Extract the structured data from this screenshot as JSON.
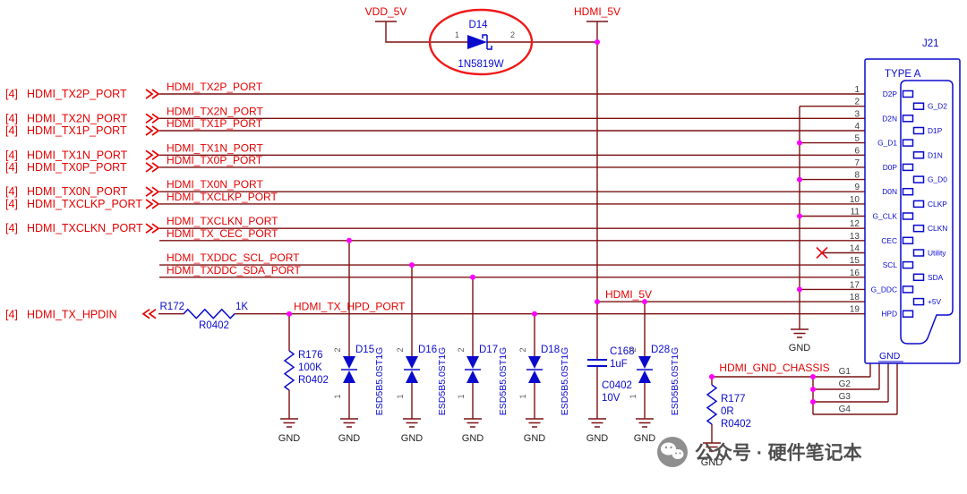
{
  "power": {
    "vdd5v": "VDD_5V",
    "hdmi5v_top": "HDMI_5V",
    "hdmi5v_net": "HDMI_5V"
  },
  "d14": {
    "ref": "D14",
    "part": "1N5819W",
    "pin1": "1",
    "pin2": "2"
  },
  "ports": [
    {
      "ref": "[4]",
      "name": "HDMI_TX2P_PORT"
    },
    {
      "ref": "[4]",
      "name": "HDMI_TX2N_PORT"
    },
    {
      "ref": "[4]",
      "name": "HDMI_TX1P_PORT"
    },
    {
      "ref": "[4]",
      "name": "HDMI_TX1N_PORT"
    },
    {
      "ref": "[4]",
      "name": "HDMI_TX0P_PORT"
    },
    {
      "ref": "[4]",
      "name": "HDMI_TX0N_PORT"
    },
    {
      "ref": "[4]",
      "name": "HDMI_TXCLKP_PORT"
    },
    {
      "ref": "[4]",
      "name": "HDMI_TXCLKN_PORT"
    },
    {
      "ref": "[4]",
      "name": "HDMI_TX_HPDIN"
    }
  ],
  "nets": {
    "tx2p": "HDMI_TX2P_PORT",
    "tx2n": "HDMI_TX2N_PORT",
    "tx1p": "HDMI_TX1P_PORT",
    "tx1n": "HDMI_TX1N_PORT",
    "tx0p": "HDMI_TX0P_PORT",
    "tx0n": "HDMI_TX0N_PORT",
    "txclkp": "HDMI_TXCLKP_PORT",
    "txclkn": "HDMI_TXCLKN_PORT",
    "cec": "HDMI_TX_CEC_PORT",
    "scl": "HDMI_TXDDC_SCL_PORT",
    "sda": "HDMI_TXDDC_SDA_PORT",
    "hpd": "HDMI_TX_HPD_PORT",
    "chassis": "HDMI_GND_CHASSIS"
  },
  "resistors": {
    "r172": {
      "ref": "R172",
      "value": "1K",
      "pkg": "R0402"
    },
    "r176": {
      "ref": "R176",
      "value": "100K",
      "pkg": "R0402"
    },
    "r177": {
      "ref": "R177",
      "value": "0R",
      "pkg": "R0402"
    }
  },
  "capacitor": {
    "ref": "C168",
    "value": "1uF",
    "pkg": "C0402",
    "rating": "10V"
  },
  "esd": {
    "part": "ESD5B5.0ST1G",
    "pin_top": "2",
    "pin_bottom": "1",
    "refs": [
      "D15",
      "D16",
      "D17",
      "D18",
      "D28"
    ]
  },
  "connector": {
    "ref": "J21",
    "type": "TYPE A",
    "gnd": "GND",
    "pins": [
      "1",
      "2",
      "3",
      "4",
      "5",
      "6",
      "7",
      "8",
      "9",
      "10",
      "11",
      "12",
      "13",
      "14",
      "15",
      "16",
      "17",
      "18",
      "19"
    ],
    "left_names": [
      "D2P",
      "D2N",
      "G_D1",
      "D0P",
      "D0N",
      "G_CLK",
      "CEC",
      "SCL",
      "G_DDC",
      "HPD"
    ],
    "right_names": [
      "G_D2",
      "D1P",
      "D1N",
      "G_D0",
      "CLKP",
      "CLKN",
      "Utility",
      "SDA",
      "+5V"
    ],
    "gnd_pins": [
      "G1",
      "G2",
      "G3",
      "G4"
    ]
  },
  "gnd_label": "GND",
  "watermark": {
    "text": "公众号 · 硬件笔记本"
  }
}
